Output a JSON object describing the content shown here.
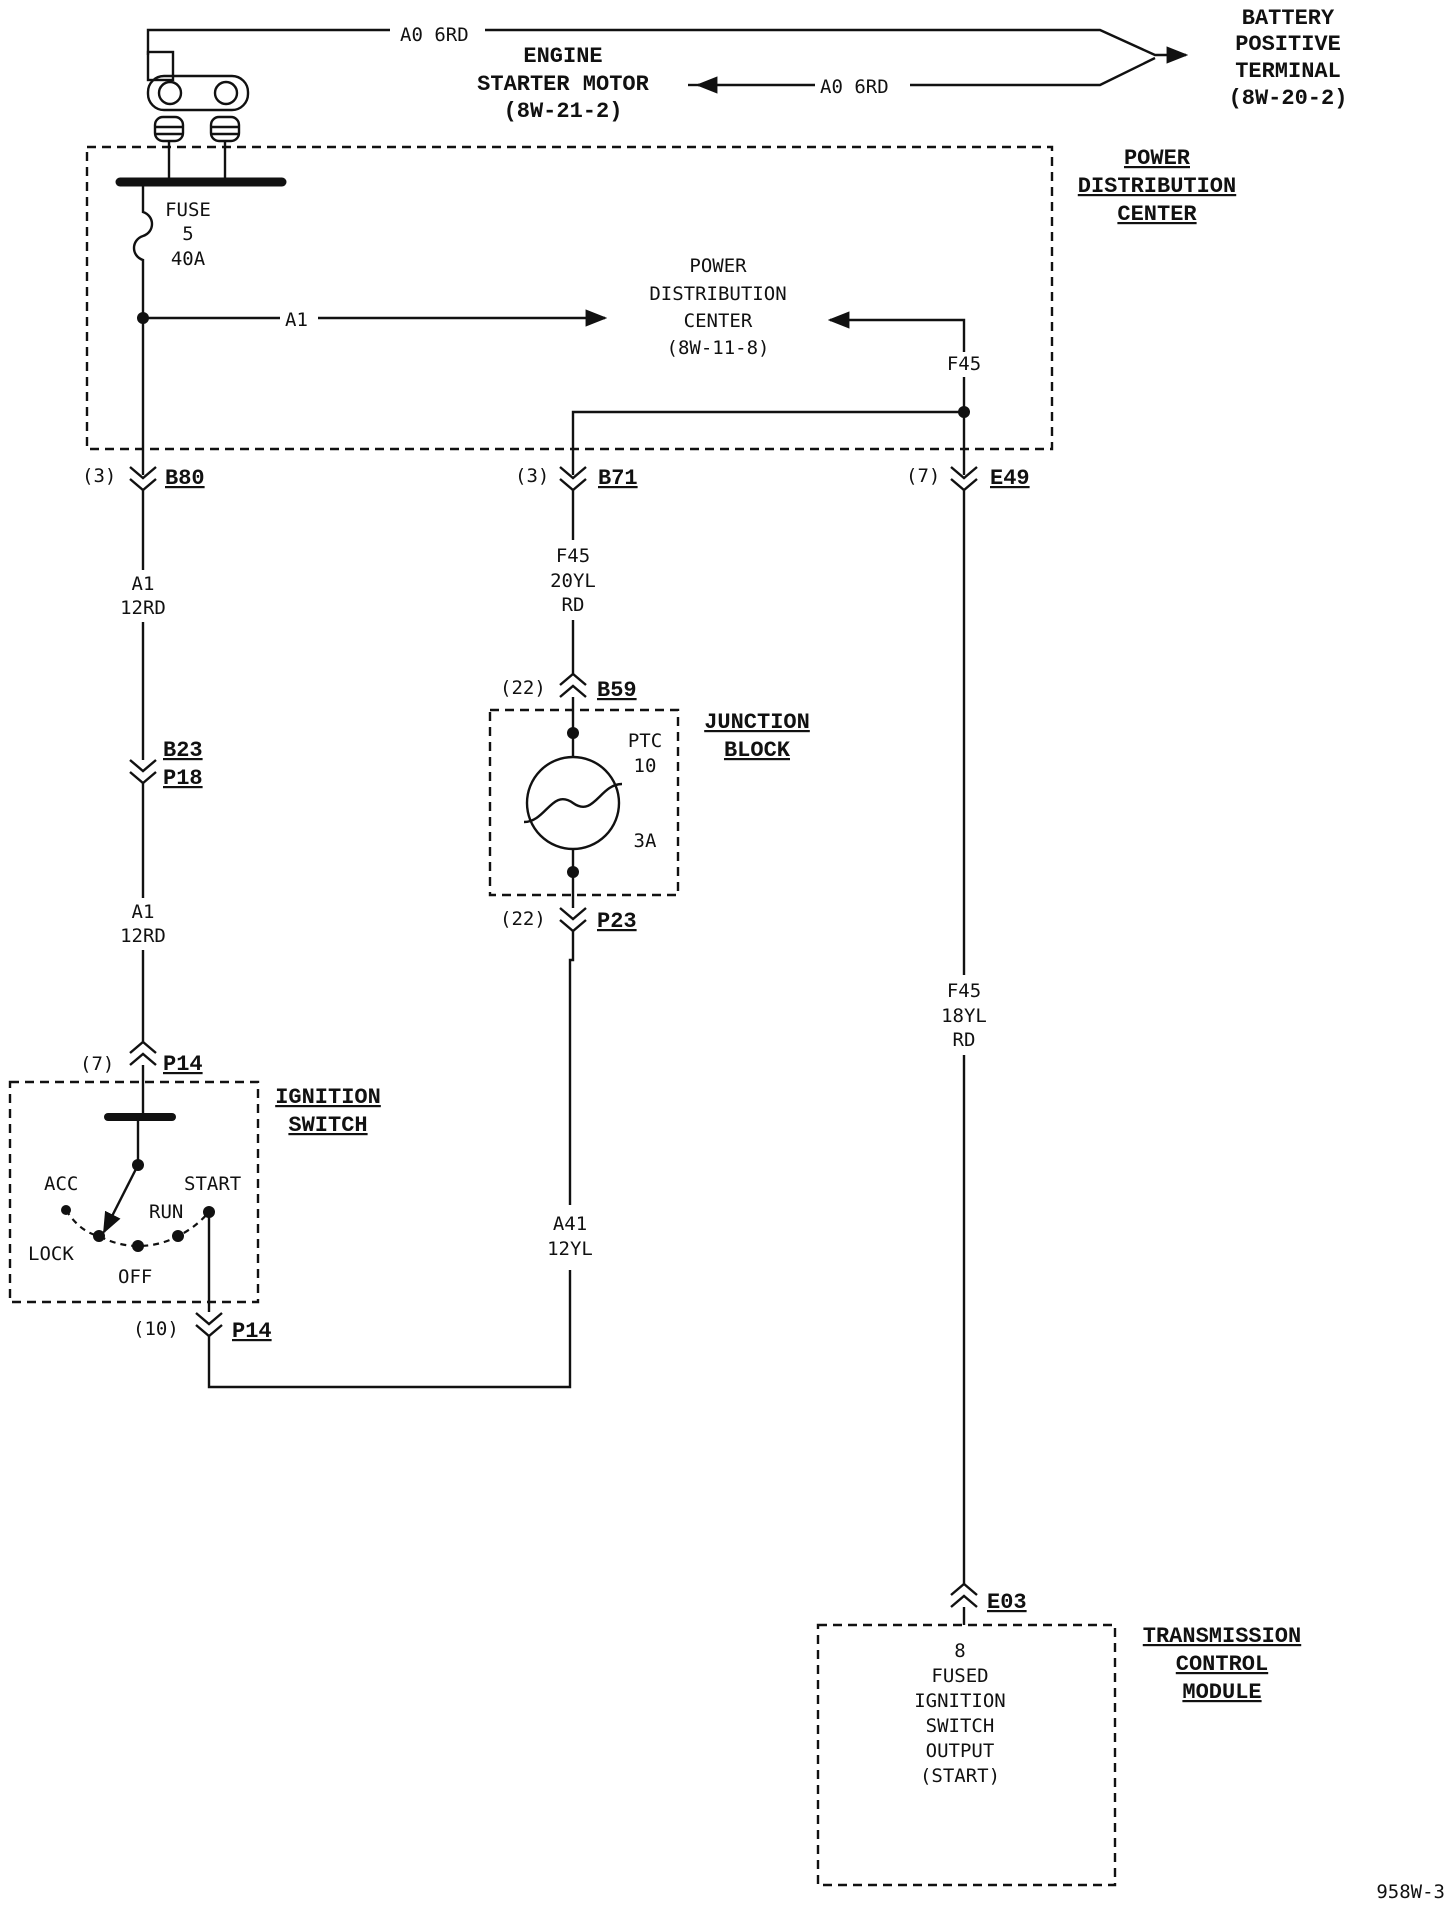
{
  "battery": {
    "line1": "BATTERY",
    "line2": "POSITIVE",
    "line3": "TERMINAL",
    "line4": "(8W-20-2)"
  },
  "starter": {
    "line1": "ENGINE",
    "line2": "STARTER MOTOR",
    "line3": "(8W-21-2)"
  },
  "wire_top_a": "A0 6RD",
  "wire_top_b": "A0 6RD",
  "pdc": {
    "line1": "POWER",
    "line2": "DISTRIBUTION",
    "line3": "CENTER"
  },
  "pdc_ref": {
    "line1": "POWER",
    "line2": "DISTRIBUTION",
    "line3": "CENTER",
    "line4": "(8W-11-8)"
  },
  "fuse": {
    "line1": "FUSE",
    "line2": "5",
    "line3": "40A"
  },
  "wire_a1": "A1",
  "wire_f45_pdc": "F45",
  "connectors": {
    "b80_pin": "(3)",
    "b80": "B80",
    "b71_pin": "(3)",
    "b71": "B71",
    "e49_pin": "(7)",
    "e49": "E49",
    "b59_pin": "(22)",
    "b59": "B59",
    "b23": "B23",
    "p18": "P18",
    "p23_pin": "(22)",
    "p23": "P23",
    "p14_top_pin": "(7)",
    "p14_top": "P14",
    "p14_bot_pin": "(10)",
    "p14_bot": "P14",
    "e03": "E03"
  },
  "wires": {
    "w1": {
      "l1": "A1",
      "l2": "12RD"
    },
    "w2": {
      "l1": "A1",
      "l2": "12RD"
    },
    "w3": {
      "l1": "F45",
      "l2": "20YL",
      "l3": "RD"
    },
    "w4": {
      "l1": "A41",
      "l2": "12YL"
    },
    "w5": {
      "l1": "F45",
      "l2": "18YL",
      "l3": "RD"
    }
  },
  "junction": {
    "line1": "JUNCTION",
    "line2": "BLOCK"
  },
  "ptc": {
    "line1": "PTC",
    "line2": "10",
    "line3": "3A"
  },
  "ignition": {
    "line1": "IGNITION",
    "line2": "SWITCH",
    "acc": "ACC",
    "start": "START",
    "run": "RUN",
    "lock": "LOCK",
    "off": "OFF"
  },
  "tcm": {
    "line1": "TRANSMISSION",
    "line2": "CONTROL",
    "line3": "MODULE"
  },
  "tcm_pin": {
    "line1": "8",
    "line2": "FUSED",
    "line3": "IGNITION",
    "line4": "SWITCH",
    "line5": "OUTPUT",
    "line6": "(START)"
  },
  "figure_id": "958W-3"
}
